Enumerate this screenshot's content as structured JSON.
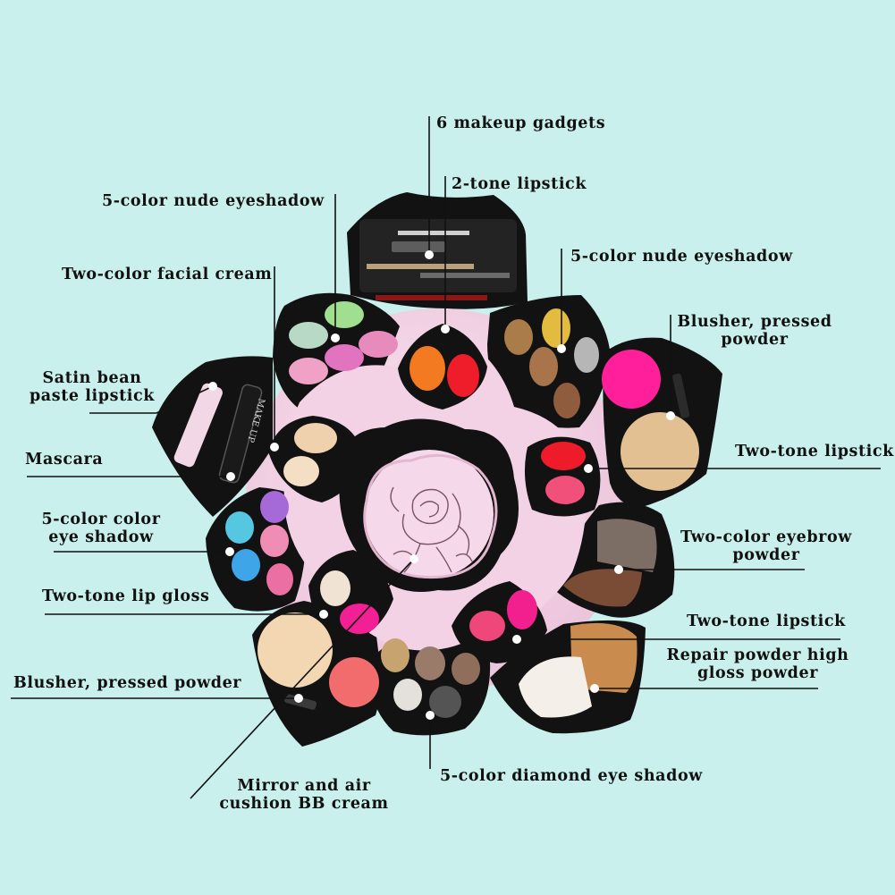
{
  "palette": {
    "background": "#c9f0ec",
    "case_black": "#121212",
    "case_pink": "#f1cde3",
    "leader_line": "#111111",
    "dot": "#ffffff"
  },
  "labels": {
    "gadgets": "6 makeup gadgets",
    "lipstick_2tone_top": "2-tone lipstick",
    "nude_left": "5-color nude eyeshadow",
    "facial_cream": "Two-color facial cream",
    "nude_right": "5-color nude eyeshadow",
    "blusher_right_1": "Blusher, pressed",
    "blusher_right_2": "powder",
    "satin_1": "Satin bean",
    "satin_2": "paste lipstick",
    "two_tone_lipstick_right": "Two-tone lipstick",
    "mascara": "Mascara",
    "color_eye_1": "5-color color",
    "color_eye_2": "eye shadow",
    "eyebrow_1": "Two-color eyebrow",
    "eyebrow_2": "powder",
    "lip_gloss": "Two-tone lip gloss",
    "two_tone_lipstick_low": "Two-tone lipstick",
    "repair_1": "Repair powder high",
    "repair_2": "gloss powder",
    "blusher_left": "Blusher, pressed powder",
    "mirror_1": "Mirror and air",
    "mirror_2": "cushion BB cream",
    "diamond": "5-color diamond eye shadow"
  },
  "product_print": {
    "make_up": "MAKE UP"
  },
  "icons": [
    "rose-emblem-icon"
  ]
}
